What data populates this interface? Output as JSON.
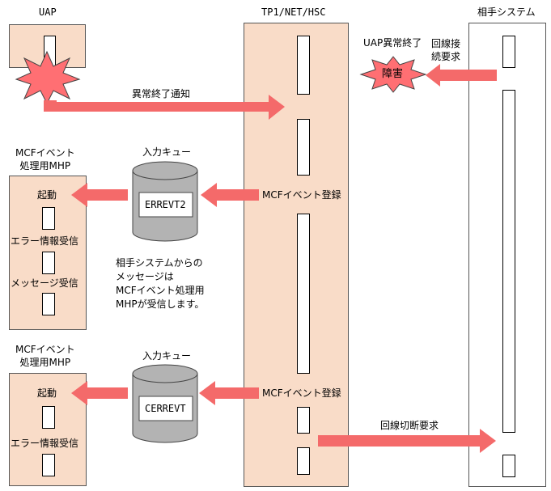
{
  "colors": {
    "column_fill": "#f9dcc8",
    "arrow": "#f46a6a",
    "burst": "#ff6f73",
    "cylinder": "#b3b3b3"
  },
  "columns": {
    "uap": "UAP",
    "tp1": "TP1/NET/HSC",
    "remote": "相手システム"
  },
  "labels": {
    "uap_abend": "UAP異常終了",
    "line_connect_request": "回線接\n続要求",
    "failure": "障害",
    "abend_notify": "異常終了通知",
    "mhp_1": "MCFイベント\n処理用MHP",
    "mhp_2": "MCFイベント\n処理用MHP",
    "input_queue_1": "入力キュー",
    "input_queue_2": "入力キュー",
    "queue_event_1": "ERREVT2",
    "queue_event_2": "CERREVT",
    "mcf_register_1": "MCFイベント登録",
    "mcf_register_2": "MCFイベント登録",
    "start_1": "起動",
    "start_2": "起動",
    "error_receive_1": "エラー情報受信",
    "error_receive_2": "エラー情報受信",
    "message_receive": "メッセージ受信",
    "note": "相手システムからの\nメッセージは\nMCFイベント処理用\nMHPが受信します。",
    "disconnect_request": "回線切断要求"
  }
}
